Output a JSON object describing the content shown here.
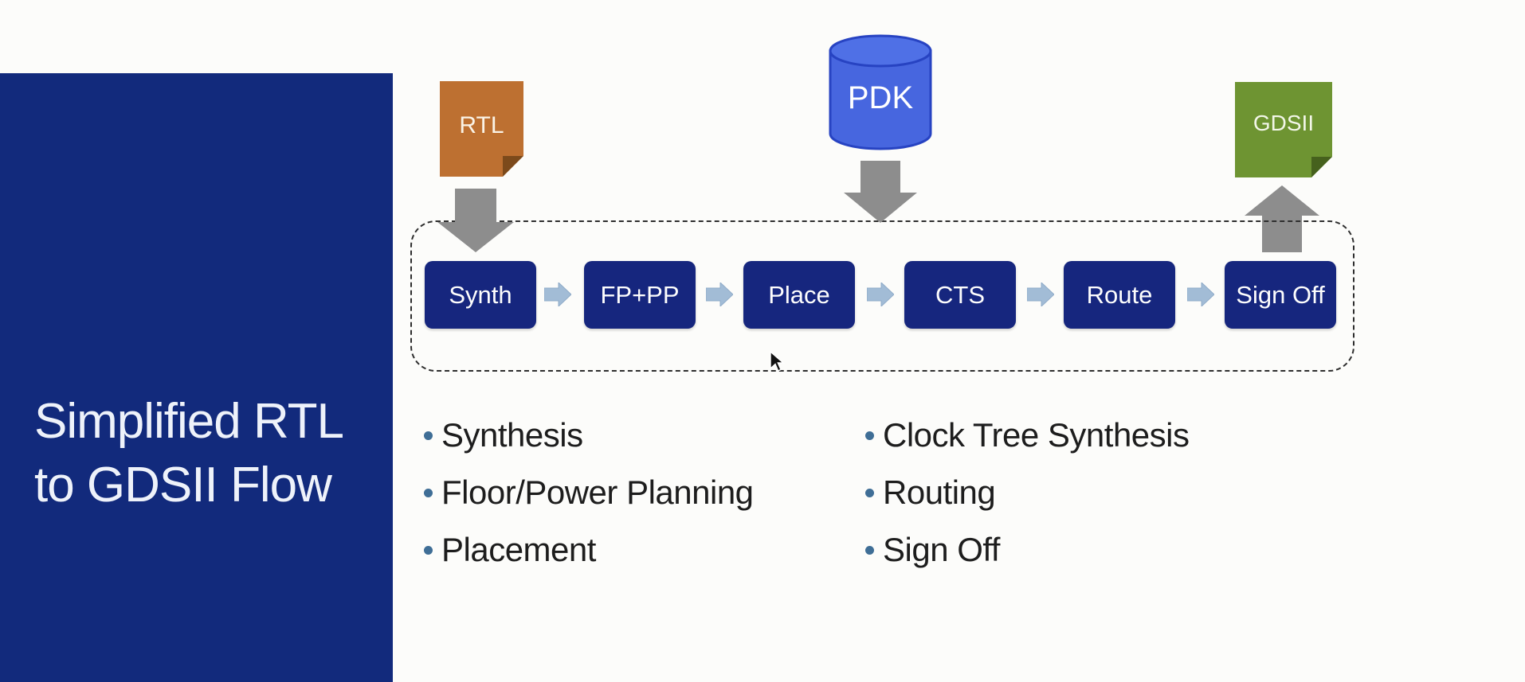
{
  "slide": {
    "title": {
      "line1": "Simplified RTL",
      "line2": "to GDSII Flow"
    }
  },
  "artifacts": {
    "rtl": {
      "label": "RTL",
      "type": "input-note"
    },
    "pdk": {
      "label": "PDK",
      "type": "input-database"
    },
    "gdsii": {
      "label": "GDSII",
      "type": "output-note"
    }
  },
  "flow": {
    "steps": [
      {
        "label": "Synth"
      },
      {
        "label": "FP+PP"
      },
      {
        "label": "Place"
      },
      {
        "label": "CTS"
      },
      {
        "label": "Route"
      },
      {
        "label": "Sign Off"
      }
    ]
  },
  "bullets": {
    "left": [
      {
        "label": "Synthesis"
      },
      {
        "label": "Floor/Power Planning"
      },
      {
        "label": "Placement"
      }
    ],
    "right": [
      {
        "label": "Clock Tree Synthesis"
      },
      {
        "label": "Routing"
      },
      {
        "label": "Sign Off"
      }
    ]
  },
  "colors": {
    "panel_blue": "#122a7c",
    "step_navy": "#16267e",
    "rtl_orange": "#bd7031",
    "gdsii_green": "#6e9432",
    "pdk_blue": "#4766df",
    "arrow_gray": "#8d8d8d",
    "connector_light_blue": "#a2bcd6",
    "bullet_dot_blue": "#3f6e96"
  }
}
